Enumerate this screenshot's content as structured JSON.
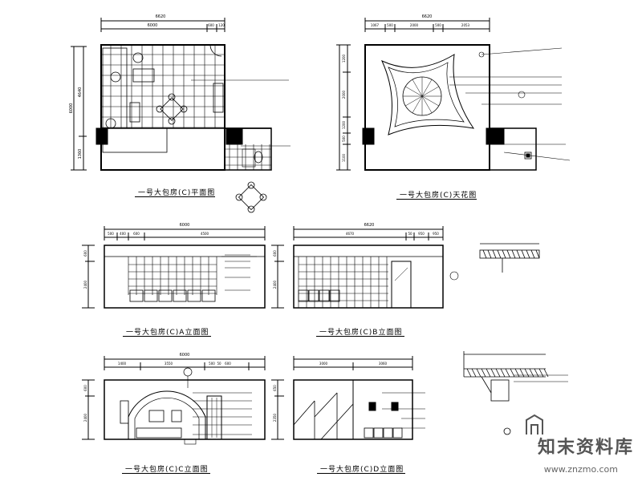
{
  "drawings": {
    "plan_title": "一号大包房(C)平面图",
    "ceiling_title": "一号大包房(C)天花图",
    "elev_a_title": "一号大包房(C)A立面图",
    "elev_b_title": "一号大包房(C)B立面图",
    "elev_c_title": "一号大包房(C)C立面图",
    "elev_d_title": "一号大包房(C)D立面图"
  },
  "dimensions": {
    "plan_top_total": "6620",
    "plan_top_a": "6000",
    "plan_top_b": "600",
    "plan_top_c": "120",
    "plan_left_total": "6000",
    "plan_left_a": "4640",
    "plan_left_b": "1360",
    "ceil_top_total": "6620",
    "ceil_top_a": "1067",
    "ceil_top_b": "500",
    "ceil_top_c": "2000",
    "ceil_top_d": "500",
    "ceil_top_e": "2053",
    "ceil_left_a": "1200",
    "ceil_left_b": "2000",
    "ceil_left_c": "1200",
    "ceil_left_d": "500",
    "ceil_left_e": "1100",
    "elev_a_top_total": "6000",
    "elev_a_top_a": "500",
    "elev_a_top_b": "400",
    "elev_a_top_c": "600",
    "elev_a_top_d": "4500",
    "elev_a_left_a": "600",
    "elev_a_left_b": "2400",
    "elev_b_top_total": "6620",
    "elev_b_top_a": "4670",
    "elev_b_top_b": "50",
    "elev_b_top_c": "950",
    "elev_b_top_d": "950",
    "elev_b_left_a": "600",
    "elev_b_left_b": "2400",
    "elev_c_top_total": "6000",
    "elev_c_top_a": "1400",
    "elev_c_top_b": "3550",
    "elev_c_top_c": "500",
    "elev_c_top_d": "50",
    "elev_c_top_e": "600",
    "elev_c_left_a": "600",
    "elev_c_left_b": "2400",
    "elev_d_top_a": "3000",
    "elev_d_top_b": "3060",
    "elev_d_left_a": "650",
    "elev_d_left_b": "2350"
  },
  "watermark": {
    "brand": "知末资料库",
    "url": "www.znzmo.com"
  }
}
